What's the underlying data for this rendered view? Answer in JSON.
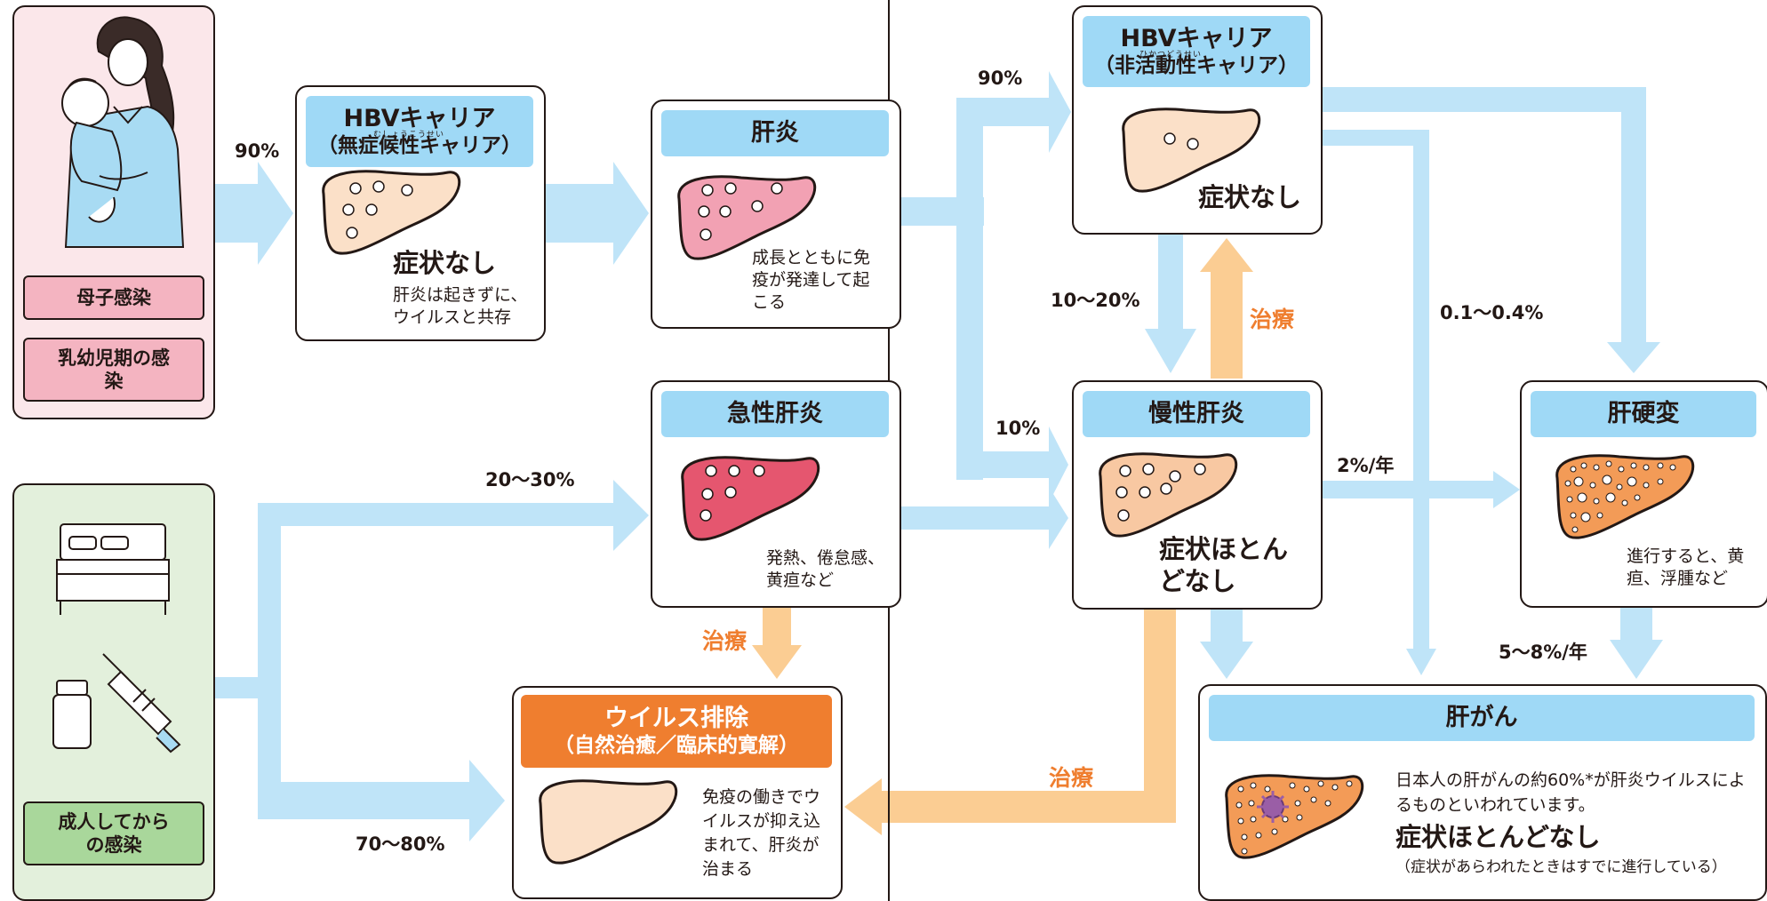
{
  "infection_routes": {
    "mother_child": "母子感染",
    "infancy": "乳幼児期の感染",
    "adult": "成人してからの感染"
  },
  "carrier_asymptomatic": {
    "title": "HBVキャリア",
    "subtitle": "（無症候性キャリア）",
    "ruby": "むしょうこうせい",
    "status": "症状なし",
    "note": "肝炎は起きずに、ウイルスと共存"
  },
  "hepatitis": {
    "title": "肝炎",
    "note": "成長とともに免疫が発達して起こる"
  },
  "acute_hepatitis": {
    "title": "急性肝炎",
    "note": "発熱、倦怠感、黄疸など"
  },
  "virus_elimination": {
    "title": "ウイルス排除",
    "subtitle": "（自然治癒／臨床的寛解）",
    "note": "免疫の働きでウイルスが抑え込まれて、肝炎が治まる"
  },
  "carrier_inactive": {
    "title": "HBVキャリア",
    "subtitle": "（非活動性キャリア）",
    "ruby": "ひかつどうせい",
    "status": "症状なし"
  },
  "chronic_hepatitis": {
    "title": "慢性肝炎",
    "status": "症状ほとんどなし"
  },
  "cirrhosis": {
    "title": "肝硬変",
    "note": "進行すると、黄疸、浮腫など"
  },
  "liver_cancer": {
    "title": "肝がん",
    "note": "日本人の肝がんの約60%*が肝炎ウイルスによるものといわれています。",
    "status": "症状ほとんどなし",
    "footnote": "（症状があらわれたときはすでに進行している）"
  },
  "rates": {
    "mother_to_carrier": "90%",
    "to_inactive": "90%",
    "to_chronic": "10%",
    "inactive_to_chronic": "10〜20%",
    "inactive_to_cancer": "0.1〜0.4%",
    "chronic_to_cirrhosis": "2%/年",
    "cirrhosis_to_cancer": "5〜8%/年",
    "adult_to_acute": "20〜30%",
    "adult_to_elimination": "70〜80%"
  },
  "treatment_label": "治療",
  "colors": {
    "arrow_blue": "#bfe4f8",
    "arrow_orange": "#fbcd93",
    "header_blue": "#9fd9f6",
    "header_orange": "#ef7e2f",
    "pink_panel": "#fbe7ea",
    "green_panel": "#e3f0dc",
    "liver_light": "#fbe0c8",
    "liver_pink": "#f2a1b3",
    "liver_red": "#e5566f",
    "liver_peach": "#f8c8a2",
    "liver_orange": "#f39b57"
  }
}
